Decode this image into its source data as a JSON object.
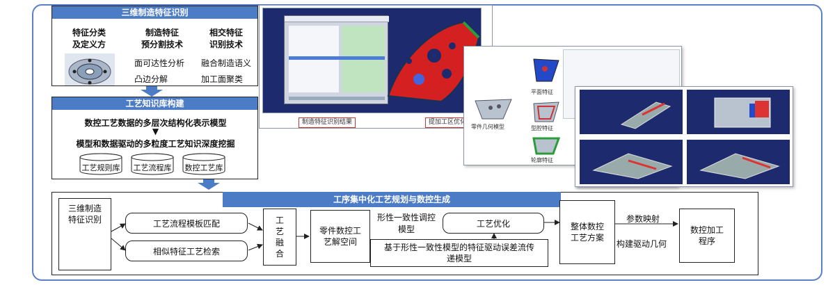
{
  "panel1": {
    "title": "三维制造特征识别",
    "col1": "特征分类\n及定义方",
    "col2": "制造特征\n预分割技术",
    "col3": "相交特征\n识别技术",
    "items": [
      "面可达性分析",
      "融合制造语义",
      "凸边分解",
      "加工面聚类"
    ]
  },
  "panel2": {
    "title": "工艺知识库构建",
    "line1": "数控工艺数据的多层次结构化表示模型",
    "line2": "模型和数据驱动的多粒度工艺知识深度挖掘",
    "dbs": [
      "工艺规则库",
      "工艺流程库",
      "数控工艺库"
    ]
  },
  "screenshots": {
    "cap1": "制造特征识别结果",
    "cap2": "提加工区优化",
    "labels": [
      "零件几何模型",
      "平面特征",
      "型腔特征",
      "轮廓特征"
    ]
  },
  "panel3": {
    "title": "工序集中化工艺规划与数控生成",
    "input": "三维制造\n特征识别",
    "match": "工艺流程模板匹配",
    "retrieve": "相似特征工艺检索",
    "fusion": "工\n艺\n融\n合",
    "space": "零件数控工\n艺解空间",
    "model_label": "形性一致性调控\n模型",
    "optimize": "工艺优化",
    "bottom": "基于形性一致性模型的特征驱动误差流传\n递模型",
    "scheme": "整体数控\n工艺方案",
    "map1": "参数映射",
    "map2": "构建驱动几何",
    "program": "数控加工\n程序"
  }
}
